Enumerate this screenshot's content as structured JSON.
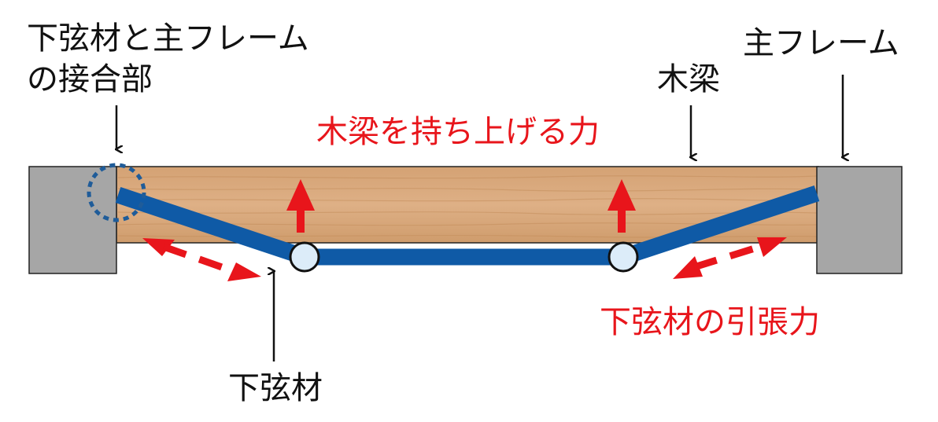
{
  "labels": {
    "joint_line1": "下弦材と主フレーム",
    "joint_line2": "の接合部",
    "main_frame": "主フレーム",
    "wood_beam": "木梁",
    "lifting_force": "木梁を持ち上げる力",
    "lower_chord": "下弦材",
    "tension": "下弦材の引張力"
  },
  "colors": {
    "wood": "#d9a97c",
    "frame": "#a6a6a6",
    "chord": "#0f5aa6",
    "force": "#e8151b",
    "node_fill": "#dcecf9",
    "text": "#111111"
  },
  "icons": {
    "arrow": "arrow-icon",
    "force_arrow": "force-arrow-icon",
    "joint_marker": "dotted-circle-icon"
  }
}
